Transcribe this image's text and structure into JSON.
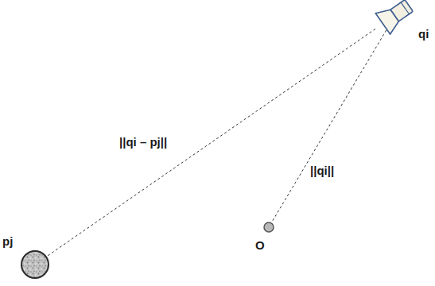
{
  "diagram": {
    "nodes": [
      {
        "text": [
          "qi"
        ]
      },
      {
        "text": [
          "O"
        ]
      },
      {
        "text": [
          "pj"
        ]
      }
    ],
    "edges": [
      {
        "from": 0,
        "to": 2,
        "arrow": "none",
        "label": "||qi – pj||"
      },
      {
        "from": 0,
        "to": 1,
        "arrow": "none",
        "label": "||qi||"
      }
    ]
  }
}
